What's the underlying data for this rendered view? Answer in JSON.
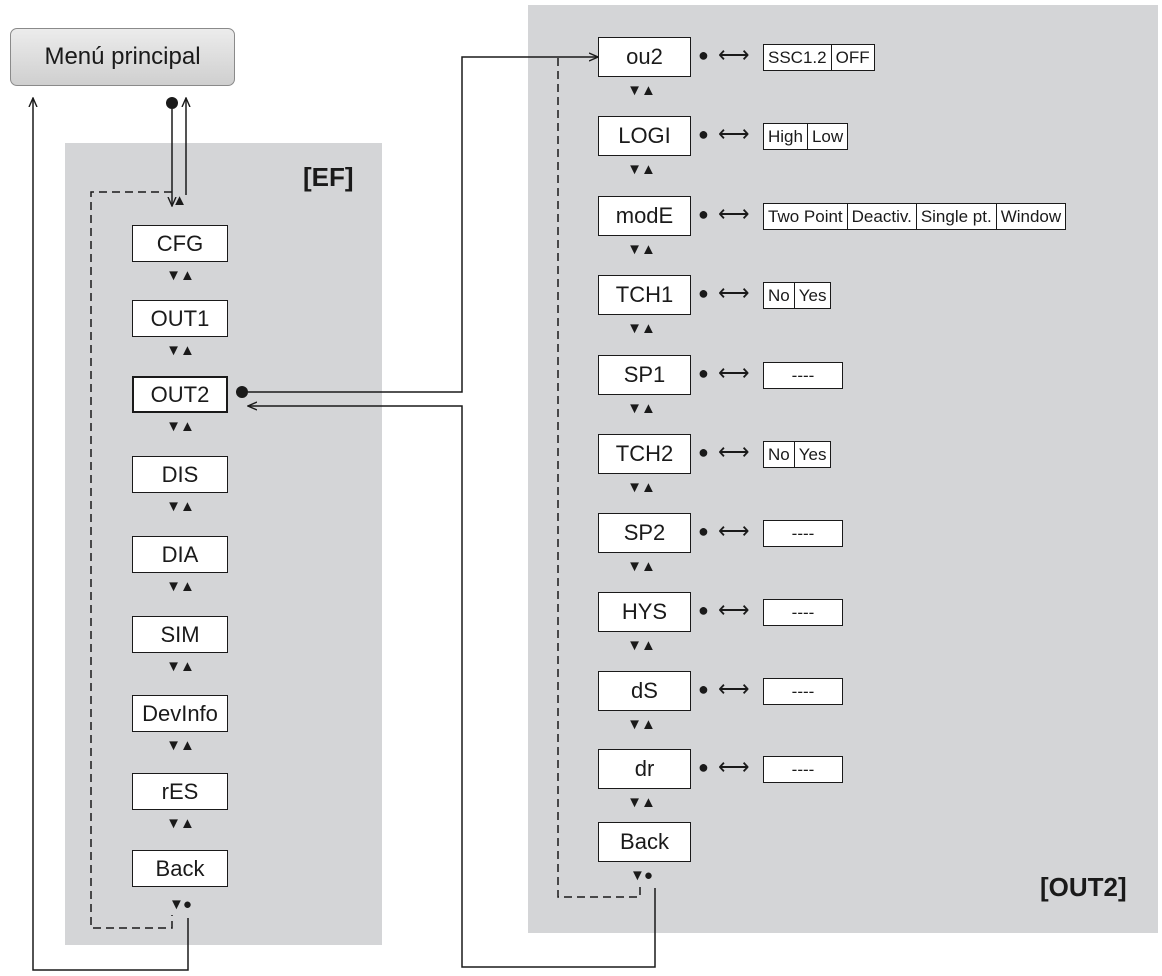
{
  "main_menu": {
    "label": "Menú principal"
  },
  "ef_panel": {
    "title": "[EF]",
    "items": [
      "CFG",
      "OUT1",
      "OUT2",
      "DIS",
      "DIA",
      "SIM",
      "DevInfo",
      "rES",
      "Back"
    ]
  },
  "out2_panel": {
    "title": "[OUT2]",
    "params": [
      {
        "label": "ou2",
        "options": [
          "SSC1.2",
          "OFF"
        ]
      },
      {
        "label": "LOGI",
        "options": [
          "High",
          "Low"
        ]
      },
      {
        "label": "modE",
        "options": [
          "Two Point",
          "Deactiv.",
          "Single pt.",
          "Window"
        ]
      },
      {
        "label": "TCH1",
        "options": [
          "No",
          "Yes"
        ]
      },
      {
        "label": "SP1",
        "options": [
          "----"
        ]
      },
      {
        "label": "TCH2",
        "options": [
          "No",
          "Yes"
        ]
      },
      {
        "label": "SP2",
        "options": [
          "----"
        ]
      },
      {
        "label": "HYS",
        "options": [
          "----"
        ]
      },
      {
        "label": "dS",
        "options": [
          "----"
        ]
      },
      {
        "label": "dr",
        "options": [
          "----"
        ]
      },
      {
        "label": "Back",
        "options": []
      }
    ]
  },
  "nav_symbol": "▼▲",
  "select_symbol": "●",
  "exchange_symbol": "⟷",
  "back_nav_symbol": "▼●"
}
